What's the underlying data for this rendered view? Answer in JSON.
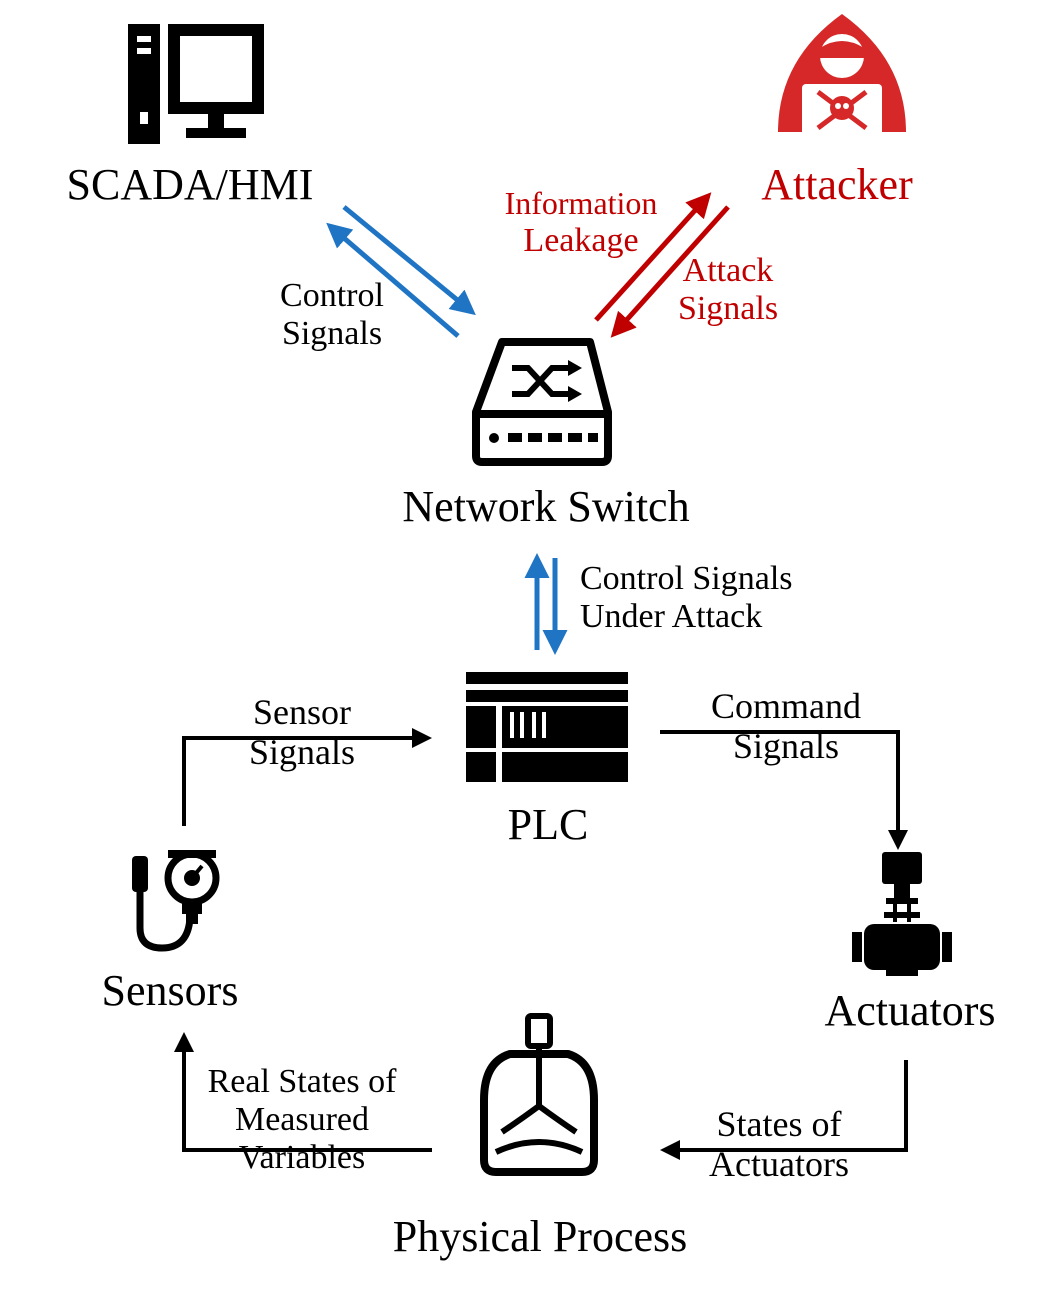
{
  "colors": {
    "control_arrow": "#1f75c4",
    "attack": "#c00000",
    "ink": "#000000"
  },
  "nodes": {
    "scada": {
      "label": "SCADA/HMI",
      "icon": "computer-icon"
    },
    "attacker": {
      "label": "Attacker",
      "icon": "hacker-icon"
    },
    "switch": {
      "label": "Network Switch",
      "icon": "network-switch-icon"
    },
    "plc": {
      "label": "PLC",
      "icon": "plc-icon"
    },
    "sensors": {
      "label": "Sensors",
      "icon": "pressure-sensor-icon"
    },
    "actuators": {
      "label": "Actuators",
      "icon": "valve-actuator-icon"
    },
    "process": {
      "label": "Physical Process",
      "icon": "reactor-vessel-icon"
    }
  },
  "edges": {
    "control_signals": [
      "Control",
      "Signals"
    ],
    "information_leakage": [
      "Information",
      "Leakage"
    ],
    "attack_signals": [
      "Attack",
      "Signals"
    ],
    "control_under_attack": [
      "Control Signals",
      "Under Attack"
    ],
    "sensor_signals": [
      "Sensor",
      "Signals"
    ],
    "command_signals": [
      "Command",
      "Signals"
    ],
    "states_of_actuators": [
      "States of",
      "Actuators"
    ],
    "real_states": [
      "Real States of",
      "Measured",
      "Variables"
    ]
  }
}
